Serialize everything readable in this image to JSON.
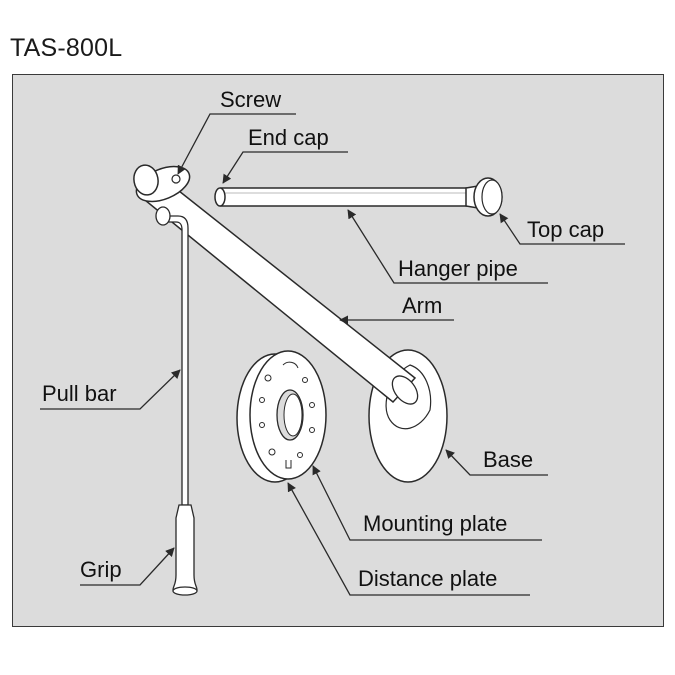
{
  "title": "TAS-800L",
  "colors": {
    "panel_bg": "#dcdcdc",
    "part_fill": "#ffffff",
    "line": "#2a2a2a"
  },
  "parts": {
    "screw": "Screw",
    "end_cap": "End cap",
    "top_cap": "Top cap",
    "hanger_pipe": "Hanger pipe",
    "arm": "Arm",
    "pull_bar": "Pull bar",
    "base": "Base",
    "mounting_plate": "Mounting plate",
    "distance_plate": "Distance plate",
    "grip": "Grip"
  }
}
